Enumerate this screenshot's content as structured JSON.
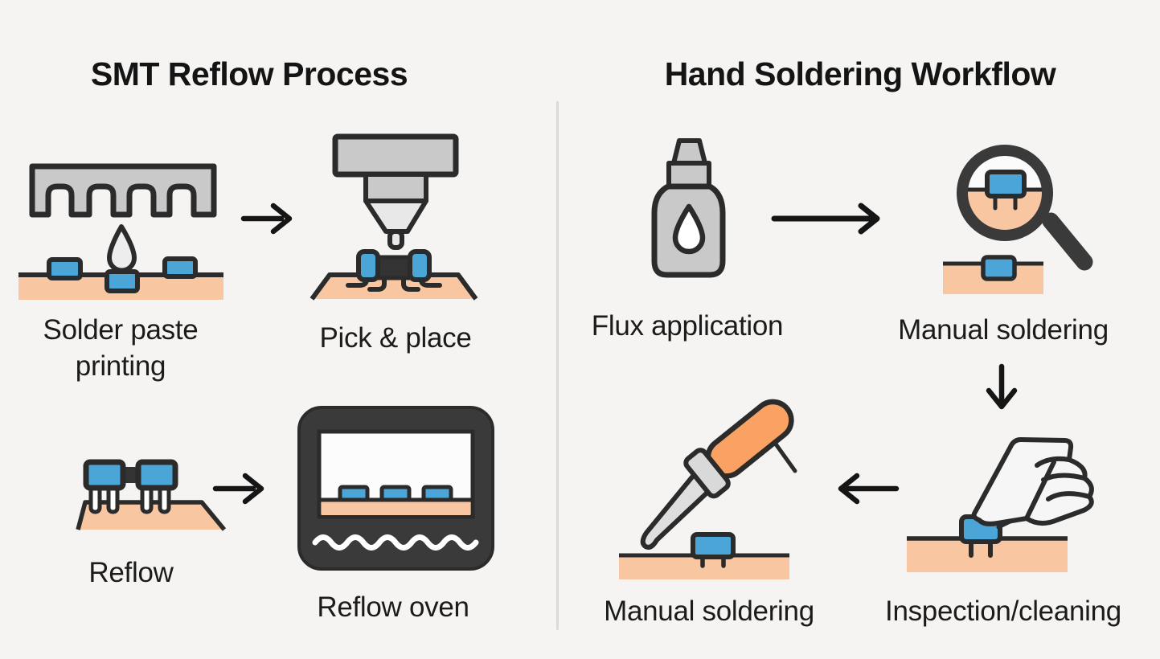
{
  "diagram": {
    "left_panel": {
      "title": "SMT Reflow Process",
      "steps": [
        {
          "label": "Solder paste printing",
          "icon": "solder-paste-stencil-icon"
        },
        {
          "label": "Pick & place",
          "icon": "pick-and-place-machine-icon"
        },
        {
          "label": "Reflow",
          "icon": "reflow-components-icon"
        },
        {
          "label": "Reflow oven",
          "icon": "reflow-oven-icon"
        }
      ],
      "arrows": [
        "right",
        "right"
      ]
    },
    "right_panel": {
      "title": "Hand Soldering Workflow",
      "steps": [
        {
          "label": "Flux application",
          "icon": "flux-bottle-icon"
        },
        {
          "label": "Manual soldering",
          "icon": "magnifier-component-icon"
        },
        {
          "label": "Inspection/cleaning",
          "icon": "hand-tweezers-icon"
        },
        {
          "label": "Manual soldering",
          "icon": "soldering-iron-icon"
        }
      ],
      "arrows": [
        "right",
        "down",
        "left"
      ]
    },
    "colors": {
      "background": "#F5F4F2",
      "component_blue": "#4BA5D6",
      "pcb_peach": "#F9C6A2",
      "tool_gray": "#C9C9C9",
      "light_gray": "#E8E8E8",
      "outline_dark": "#2B2B2B",
      "oven_dark": "#3A3A3A",
      "iron_handle_orange": "#F9A263",
      "divider_gray": "#DADADA",
      "arrow_black": "#151515",
      "text_black": "#141414"
    }
  }
}
